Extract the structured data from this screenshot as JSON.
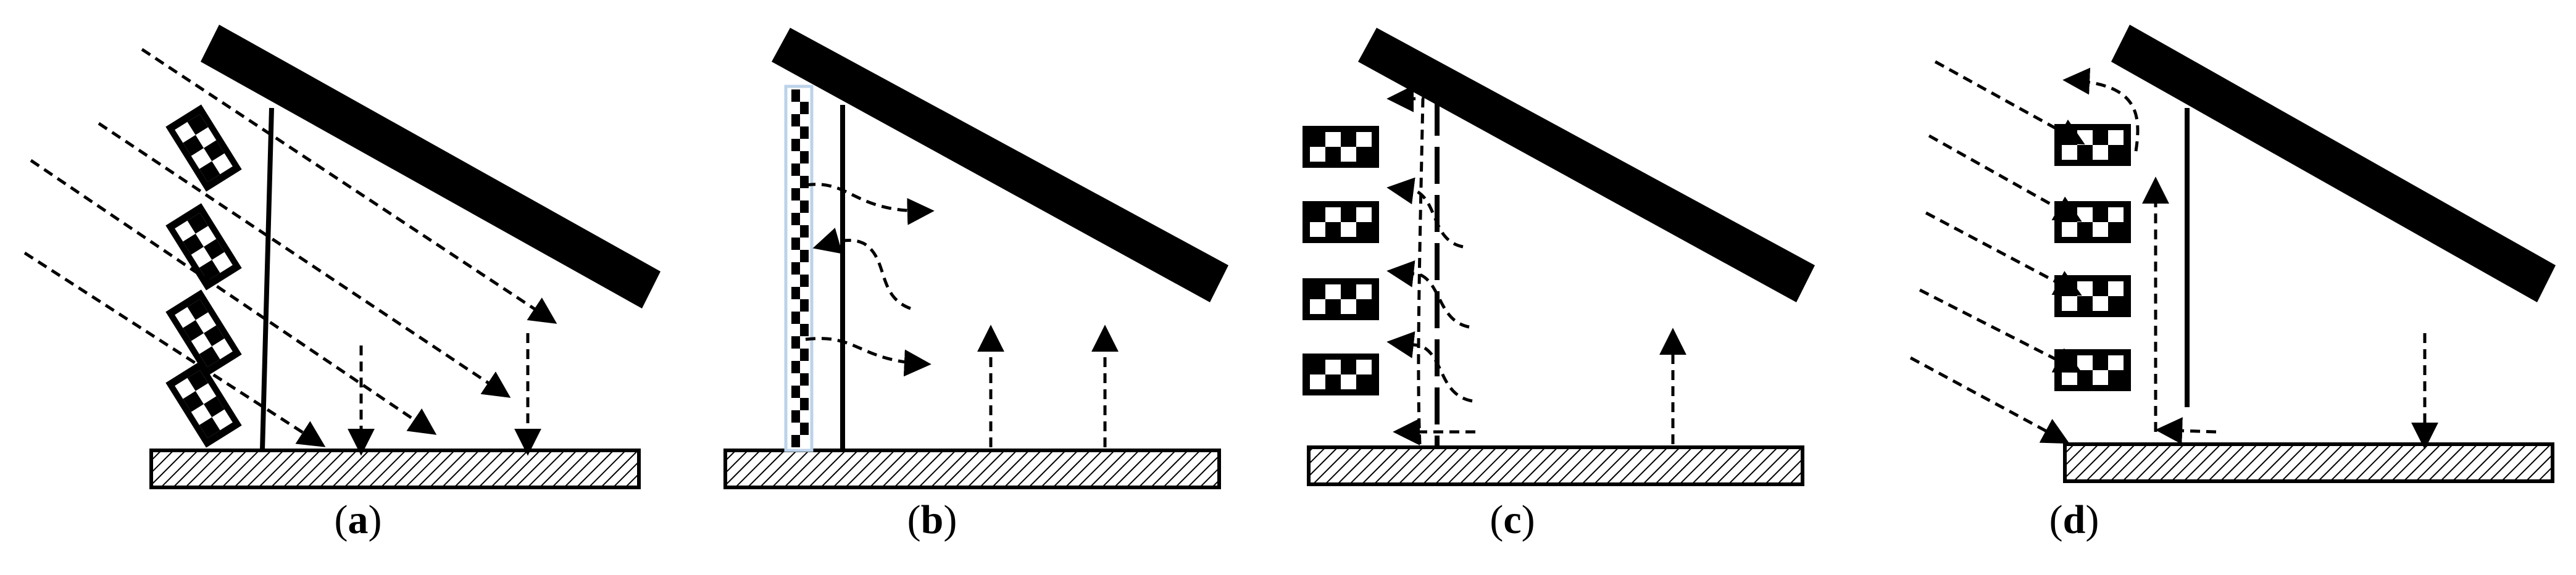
{
  "figure": {
    "panels": [
      {
        "id": "a",
        "label": "a"
      },
      {
        "id": "b",
        "label": "b"
      },
      {
        "id": "c",
        "label": "c"
      },
      {
        "id": "d",
        "label": "d"
      }
    ]
  },
  "colors": {
    "ink": "#000000",
    "background": "#ffffff",
    "light_edge": "#bcd3ea"
  }
}
